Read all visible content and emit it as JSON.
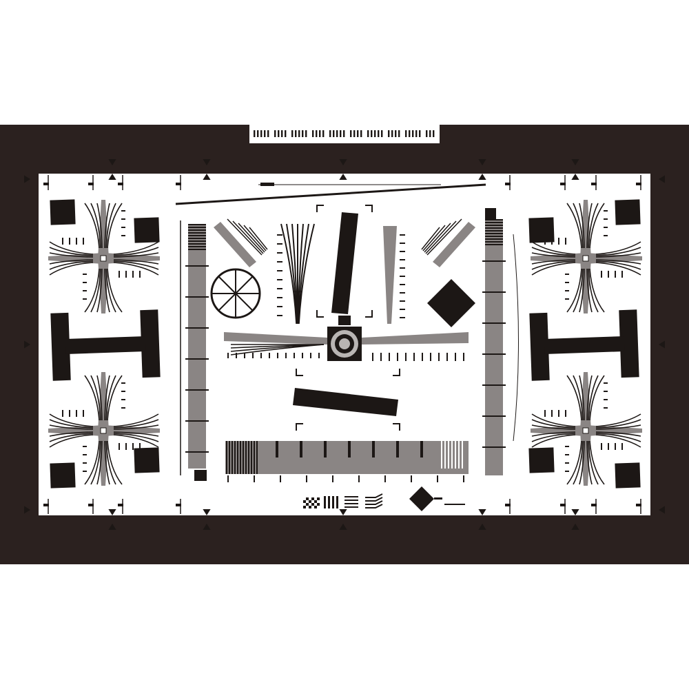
{
  "chart": {
    "kind": "resolution-test-chart",
    "colors": {
      "page_background": "#ffffff",
      "frame": "#2b211f",
      "chart_background": "#ffffff",
      "ink": "#1c1715",
      "gray": "#8a8584",
      "light_gray": "#b9b5b3"
    },
    "icons": [
      "crosshair-target",
      "spoke-wheel",
      "logo-diamond"
    ]
  }
}
